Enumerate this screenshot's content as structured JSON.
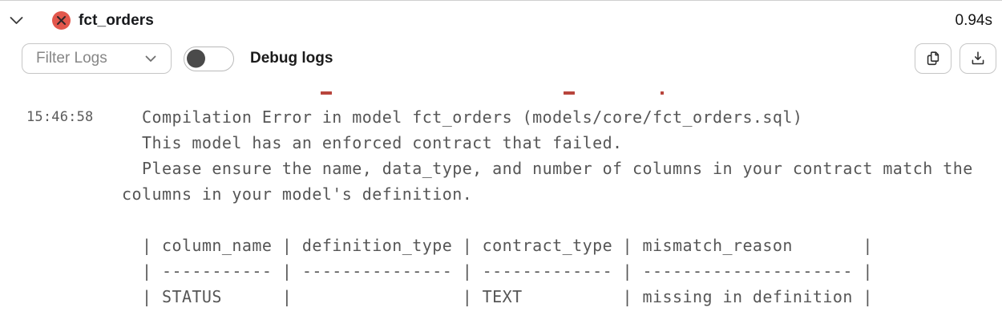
{
  "header": {
    "title": "fct_orders",
    "duration": "0.94s",
    "status": "error",
    "icons": {
      "collapse": "chevron-down",
      "status": "error-x-circle"
    }
  },
  "toolbar": {
    "filter_label": "Filter Logs",
    "debug_label": "Debug logs",
    "debug_toggle_state": "off",
    "icons": {
      "filter_chevron": "chevron-down",
      "copy": "copy-pages",
      "download": "download-tray"
    }
  },
  "log": {
    "timestamp": "15:46:58",
    "message_lines": [
      "  Compilation Error in model fct_orders (models/core/fct_orders.sql)",
      "  This model has an enforced contract that failed.",
      "  Please ensure the name, data_type, and number of columns in your contract match the",
      "columns in your model's definition.",
      "",
      "  | column_name | definition_type | contract_type | mismatch_reason       |",
      "  | ----------- | --------------- | ------------- | --------------------- |",
      "  | STATUS      |                 | TEXT          | missing in definition |"
    ],
    "contract_table": {
      "headers": [
        "column_name",
        "definition_type",
        "contract_type",
        "mismatch_reason"
      ],
      "rows": [
        [
          "STATUS",
          "",
          "TEXT",
          "missing in definition"
        ]
      ]
    },
    "clipped_previous_line": "partially scrolled red error text (only character bottoms visible)"
  },
  "colors": {
    "error_badge": "#e2574c",
    "error_badge_glyph": "#33272a",
    "log_text": "#565656",
    "clipped_red_text": "#b8453c",
    "header_text": "#17191c",
    "muted_label": "#878787",
    "button_border": "#c6c6c6",
    "toggle_knob": "#4a4a4a"
  }
}
